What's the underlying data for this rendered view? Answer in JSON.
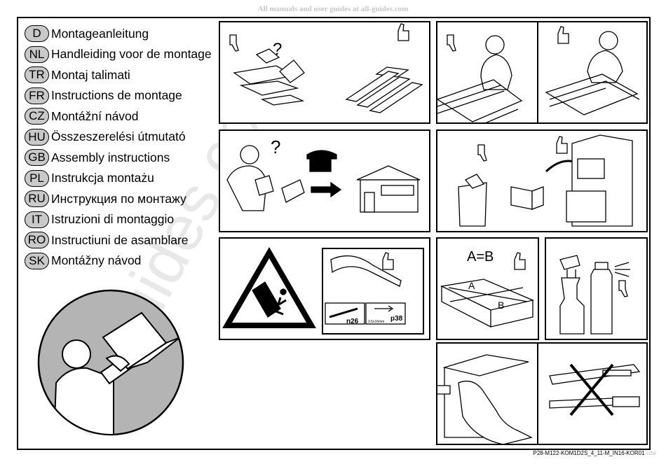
{
  "header": {
    "watermark_text": "All manuals and user guides at all-guides.com"
  },
  "languages": [
    {
      "code": "D",
      "label": "Montageanleitung"
    },
    {
      "code": "NL",
      "label": "Handleiding voor de montage"
    },
    {
      "code": "TR",
      "label": "Montaj talimati"
    },
    {
      "code": "FR",
      "label": "Instructions de montage"
    },
    {
      "code": "CZ",
      "label": "Montážní návod"
    },
    {
      "code": "HU",
      "label": "Összeszerelési útmutató"
    },
    {
      "code": "GB",
      "label": "Assembly instructions"
    },
    {
      "code": "PL",
      "label": "Instrukcja montażu"
    },
    {
      "code": "RU",
      "label": "Инструкция по монтажу"
    },
    {
      "code": "IT",
      "label": "Istruzioni di montaggio"
    },
    {
      "code": "RO",
      "label": "Instructiuni de asamblare"
    },
    {
      "code": "SK",
      "label": "Montážny návod"
    }
  ],
  "panels": {
    "tip_missing_parts": {
      "question_mark": "?"
    },
    "tip_call_shop": {
      "question_mark": "?"
    },
    "tip_wall_fixing": {
      "hardware_label_1": "n26",
      "hardware_label_2": "3.5x16mm",
      "hardware_label_3": "p38"
    },
    "tip_measure_diagonals": {
      "equation": "A=B",
      "label_a": "A",
      "label_b": "B"
    }
  },
  "watermark_diagonal": "all-guides.com",
  "footer": {
    "doc_code": "P28-M122-KOM1D2S_4_11-M_IN16-KOR01",
    "tail": ".cdw"
  }
}
